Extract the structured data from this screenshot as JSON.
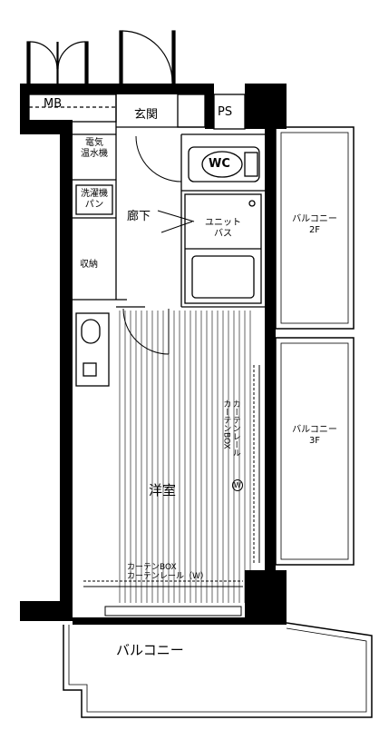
{
  "rooms": {
    "mb": "MB",
    "genkan": "玄関",
    "ps": "PS",
    "water_heater": [
      "電気",
      "温水機"
    ],
    "wc": "WC",
    "washer_pan": [
      "洗濯機",
      "パン"
    ],
    "hallway": "廊下",
    "unit_bath": [
      "ユニット",
      "バス"
    ],
    "storage": "収納",
    "balcony_2f": [
      "バルコニー",
      "2F"
    ],
    "balcony_3f": [
      "バルコニー",
      "3F"
    ],
    "western_room": "洋室",
    "curtain_vertical": [
      "カーテンレール",
      "カーテンBOX"
    ],
    "curtain_w_mark": "W",
    "curtain_bottom": [
      "カーテンBOX",
      "カーテンレール（W）"
    ],
    "balcony_bottom": "バルコニー"
  }
}
